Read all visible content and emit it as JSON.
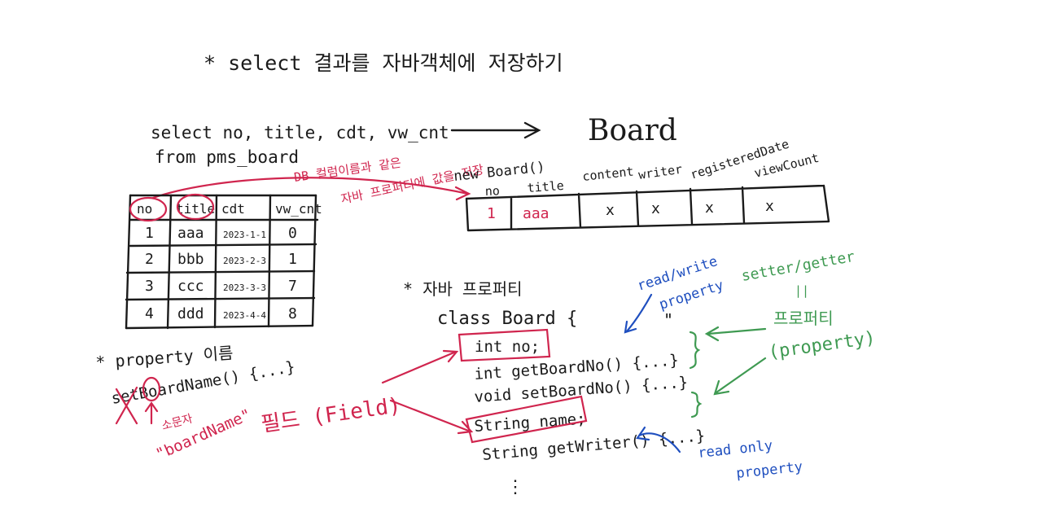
{
  "heading": "* select 결과를 자바객체에 저장하기",
  "sql": {
    "line1": "select no, title, cdt, vw_cnt",
    "line2": "from pms_board"
  },
  "board_label": "Board",
  "annotations": {
    "db_column_note": "DB 컬럼이름과 같은",
    "property_value_note": "자바 프로퍼티에 값을 저장",
    "new_board": "new Board()"
  },
  "db_table": {
    "headers": [
      "no",
      "title",
      "cdt",
      "vw_cnt"
    ],
    "rows": [
      [
        "1",
        "aaa",
        "2023-1-1",
        "0"
      ],
      [
        "2",
        "bbb",
        "2023-2-3",
        "1"
      ],
      [
        "3",
        "ccc",
        "2023-3-3",
        "7"
      ],
      [
        "4",
        "ddd",
        "2023-4-4",
        "8"
      ]
    ]
  },
  "board_object": {
    "fields": [
      "no",
      "title",
      "content",
      "writer",
      "registeredDate",
      "viewCount"
    ],
    "values": [
      "1",
      "aaa",
      "x",
      "x",
      "x",
      "x"
    ]
  },
  "java_property": {
    "title": "* 자바 프로퍼티",
    "class_decl": "class Board {",
    "code": [
      "int no;",
      "int getBoardNo() {...}",
      "void setBoardNo() {...}",
      "String name;",
      "String getWriter() {...}",
      "⋮"
    ]
  },
  "labels": {
    "read_write": "read/write",
    "property_en": "property",
    "quote_mark": "\"",
    "setter_getter": "setter/getter",
    "equals_mark": "||",
    "property_kr": "프로퍼티",
    "property_paren": "(property)",
    "read_only": "read only",
    "read_only_property": "property",
    "field": "필드 (Field)"
  },
  "property_name": {
    "title": "* property 이름",
    "code": "setBoardName() {...}",
    "lowercase_note": "소문자",
    "result": "\"boardName\""
  },
  "colors": {
    "ink": "#1a1a1a",
    "red": "#d0254e",
    "blue": "#1f4fbf",
    "green": "#3f9a52"
  }
}
